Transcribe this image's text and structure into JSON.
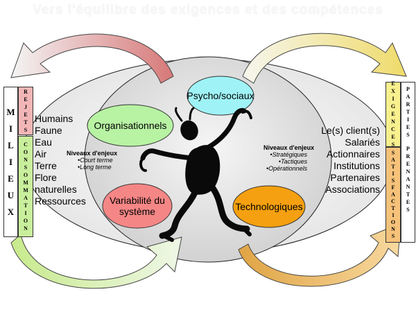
{
  "title": "Vers l'équilibre des exigences et des compétences",
  "left_frame": {
    "milieux": [
      "M",
      "I",
      "L",
      "I",
      "E",
      "U",
      "X"
    ],
    "rejets": [
      "R",
      "E",
      "J",
      "E",
      "T",
      "S"
    ],
    "consommation": [
      "C",
      "O",
      "N",
      "S",
      "O",
      "M",
      "M",
      "A",
      "T",
      "I",
      "O",
      "N"
    ]
  },
  "right_frame": {
    "exigences": [
      "E",
      "X",
      "I",
      "G",
      "E",
      "N",
      "C",
      "E",
      "S"
    ],
    "satisfactions": [
      "S",
      "A",
      "T",
      "I",
      "S",
      "F",
      "A",
      "C",
      "T",
      "I",
      "O",
      "N",
      "S"
    ],
    "parties": [
      "P",
      "A",
      "R",
      "T",
      "I",
      "E",
      "S"
    ],
    "prenantes": [
      "P",
      "R",
      "E",
      "N",
      "A",
      "N",
      "T",
      "E",
      "S"
    ]
  },
  "resources": [
    "Humains",
    "Faune",
    "Eau",
    "Air",
    "Terre",
    "Flore",
    "naturelles",
    "Ressources"
  ],
  "stakeholders": [
    "Le(s) client(s)",
    "Salariés",
    "Actionnaires",
    "Institutions",
    "Partenaires",
    "Associations"
  ],
  "bubbles": {
    "psycho": "Psycho/sociaux",
    "organisationnels": "Organisationnels",
    "variabilite": "Variabilité du système",
    "technologiques": "Technologiques"
  },
  "enjeux_left": {
    "title": "Niveaux d'enjeux",
    "items": [
      "•Court terme",
      "•Long terme"
    ]
  },
  "enjeux_right": {
    "title": "Niveaux d'enjeux",
    "items": [
      "•Stratégiques",
      "•Tactiques",
      "•Opérationnels"
    ]
  },
  "colors": {
    "psycho": "#9ff3f6",
    "organisationnels": "#b8f2a3",
    "variabilite": "#f58686",
    "technologiques": "#f5a010",
    "arrow_red": "#e08585",
    "arrow_green": "#b9e47c",
    "arrow_yellow": "#f3e08c",
    "arrow_orange": "#f6b25a",
    "frame_red": "#f2b6b6",
    "frame_yellow": "#f8f08e",
    "frame_green": "#c9ef9c",
    "frame_orange": "#f6c27a"
  }
}
